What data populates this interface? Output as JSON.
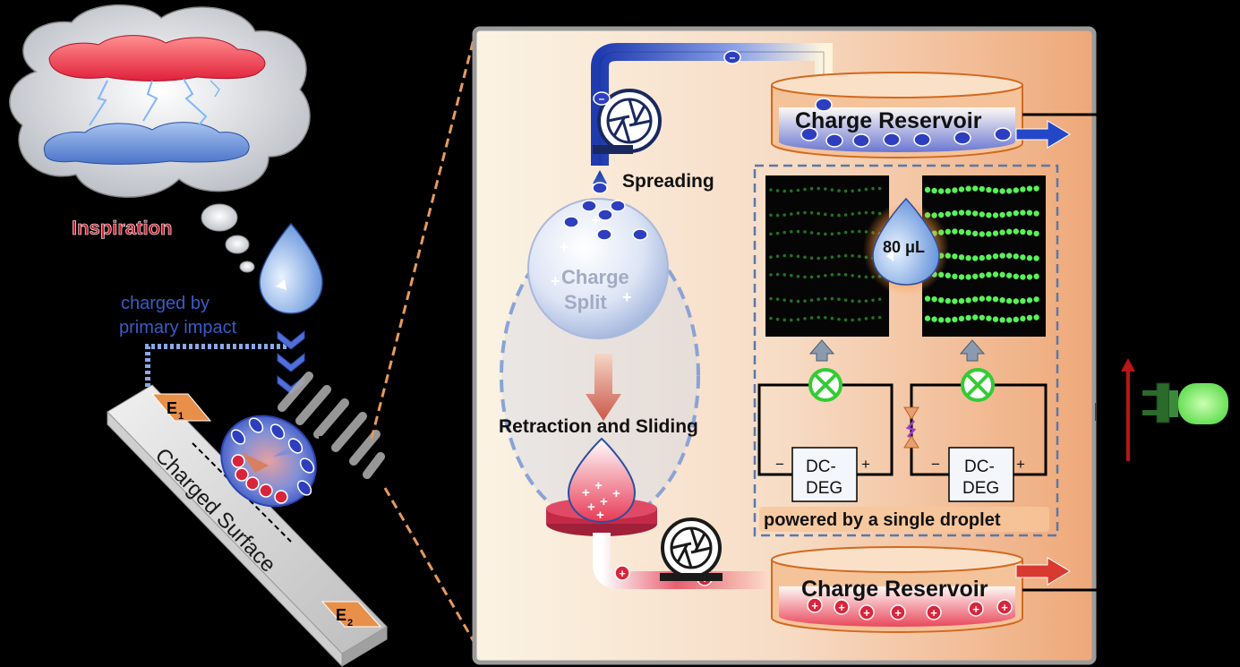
{
  "left_panel": {
    "inspiration": "Inspiration",
    "charged_by_line1": "charged by",
    "charged_by_line2": "primary impact",
    "electrode_1": "E",
    "electrode_1_sub": "1",
    "electrode_2": "E",
    "electrode_2_sub": "2",
    "field_label": "E",
    "surface_label": "Charged Surface"
  },
  "main_panel": {
    "reservoir_top": "Charge Reservoir",
    "reservoir_bottom": "Charge Reservoir",
    "spreading": "Spreading",
    "charge_split_line1": "Charge",
    "charge_split_line2": "Split",
    "retraction": "Retraction and Sliding",
    "droplet_volume": "80 μL",
    "deg_left_line1": "DC-",
    "deg_left_line2": "DEG",
    "deg_right_line1": "DC-",
    "deg_right_line2": "DEG",
    "minus": "−",
    "plus": "+",
    "powered_caption": "powered by a single droplet"
  },
  "colors": {
    "negative": "#2d3fbf",
    "positive": "#d9253b",
    "led_green": "#2fdc2f",
    "accent_orange": "#e08040"
  }
}
